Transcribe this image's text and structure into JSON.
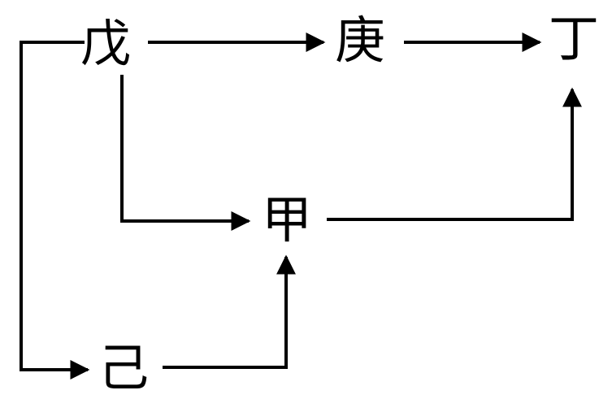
{
  "diagram": {
    "background_color": "#ffffff",
    "line_color": "#000000",
    "text_color": "#000000",
    "nodes": {
      "wu": {
        "label": "戊"
      },
      "geng": {
        "label": "庚"
      },
      "ding": {
        "label": "丁"
      },
      "jia": {
        "label": "甲"
      },
      "ji": {
        "label": "己"
      }
    },
    "edges": [
      {
        "from": "戊",
        "to": "庚",
        "style": "straight-right"
      },
      {
        "from": "庚",
        "to": "丁",
        "style": "straight-right"
      },
      {
        "from": "戊",
        "to": "甲",
        "style": "down-then-right"
      },
      {
        "from": "甲",
        "to": "丁",
        "style": "right-then-up"
      },
      {
        "from": "戊",
        "to": "己",
        "style": "left-down-right"
      },
      {
        "from": "己",
        "to": "甲",
        "style": "right-then-up"
      }
    ]
  }
}
